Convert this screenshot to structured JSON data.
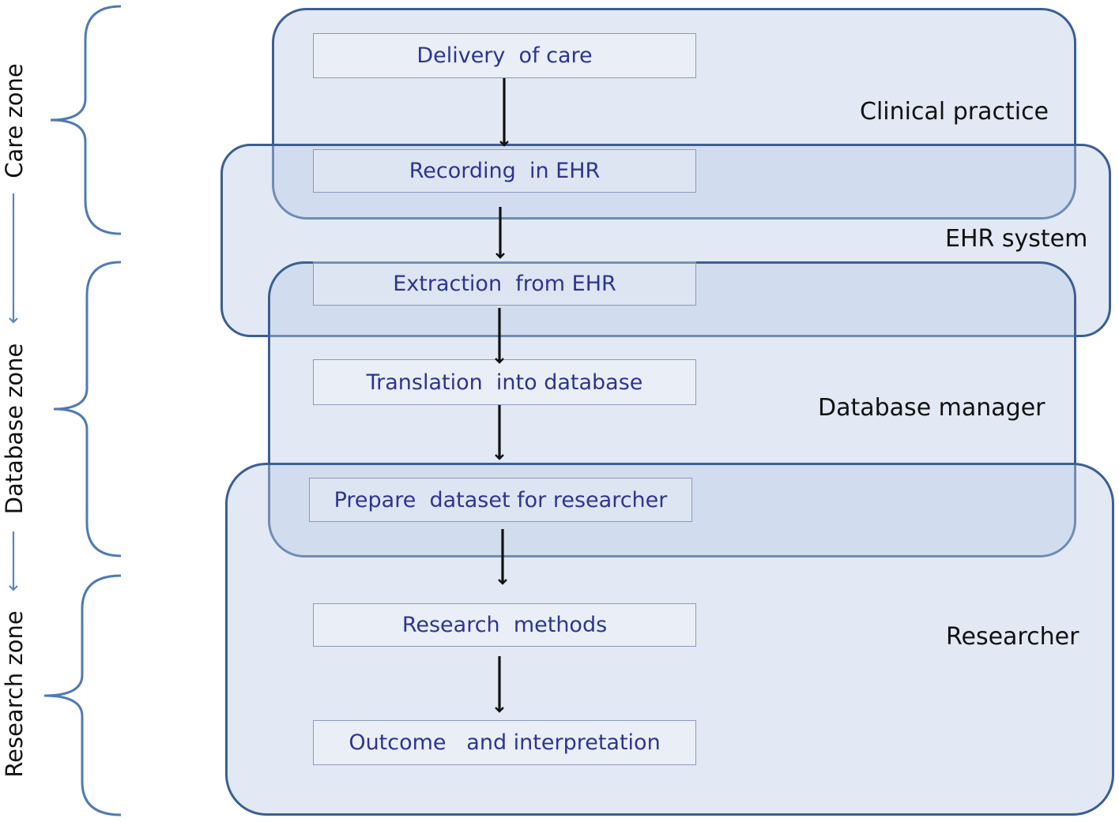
{
  "zones": {
    "clinical_practice": "Clinical practice",
    "ehr_system": "EHR system",
    "database_manager": "Database manager",
    "researcher": "Researcher"
  },
  "steps": [
    "Delivery  of care",
    "Recording  in EHR",
    "Extraction  from EHR",
    "Translation  into database",
    "Prepare  dataset for researcher",
    "Research  methods",
    "Outcome   and interpretation"
  ],
  "side_zones": {
    "care": "Care zone",
    "database": "Database zone",
    "research": "Research zone"
  },
  "colors": {
    "zone_border": "#3b5f93",
    "zone_fill": "#b9cbe4",
    "step_text": "#2b3590",
    "side_arrow": "#5b86c0"
  }
}
